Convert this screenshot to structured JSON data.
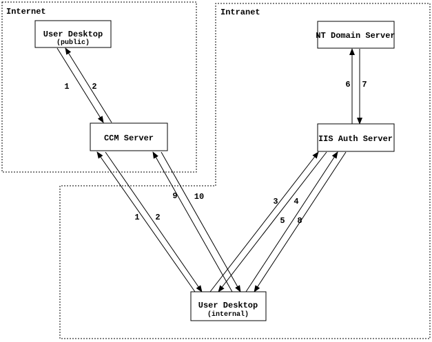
{
  "diagram": {
    "colors": {
      "ink": "#000000",
      "background": "#ffffff"
    },
    "regions": [
      {
        "id": "internet",
        "label": "Internet"
      },
      {
        "id": "intranet",
        "label": "Intranet"
      },
      {
        "id": "internal-zone",
        "label": ""
      }
    ],
    "nodes": [
      {
        "id": "user-desktop-public",
        "title": "User Desktop",
        "subtitle": "(public)"
      },
      {
        "id": "nt-domain-server",
        "title": "NT Domain Server"
      },
      {
        "id": "ccm-server",
        "title": "CCM Server"
      },
      {
        "id": "iis-auth-server",
        "title": "IIS Auth Server"
      },
      {
        "id": "user-desktop-internal",
        "title": "User Desktop",
        "subtitle": "(internal)"
      }
    ],
    "edges": [
      {
        "label": "1",
        "from": "user-desktop-public",
        "to": "ccm-server"
      },
      {
        "label": "2",
        "from": "ccm-server",
        "to": "user-desktop-public"
      },
      {
        "label": "1",
        "from": "user-desktop-internal",
        "to": "ccm-server"
      },
      {
        "label": "2",
        "from": "ccm-server",
        "to": "user-desktop-internal"
      },
      {
        "label": "9",
        "from": "user-desktop-internal",
        "to": "ccm-server"
      },
      {
        "label": "10",
        "from": "ccm-server",
        "to": "user-desktop-internal"
      },
      {
        "label": "3",
        "from": "user-desktop-internal",
        "to": "iis-auth-server"
      },
      {
        "label": "4",
        "from": "iis-auth-server",
        "to": "user-desktop-internal"
      },
      {
        "label": "5",
        "from": "user-desktop-internal",
        "to": "iis-auth-server"
      },
      {
        "label": "8",
        "from": "iis-auth-server",
        "to": "user-desktop-internal"
      },
      {
        "label": "6",
        "from": "iis-auth-server",
        "to": "nt-domain-server"
      },
      {
        "label": "7",
        "from": "nt-domain-server",
        "to": "iis-auth-server"
      }
    ]
  }
}
